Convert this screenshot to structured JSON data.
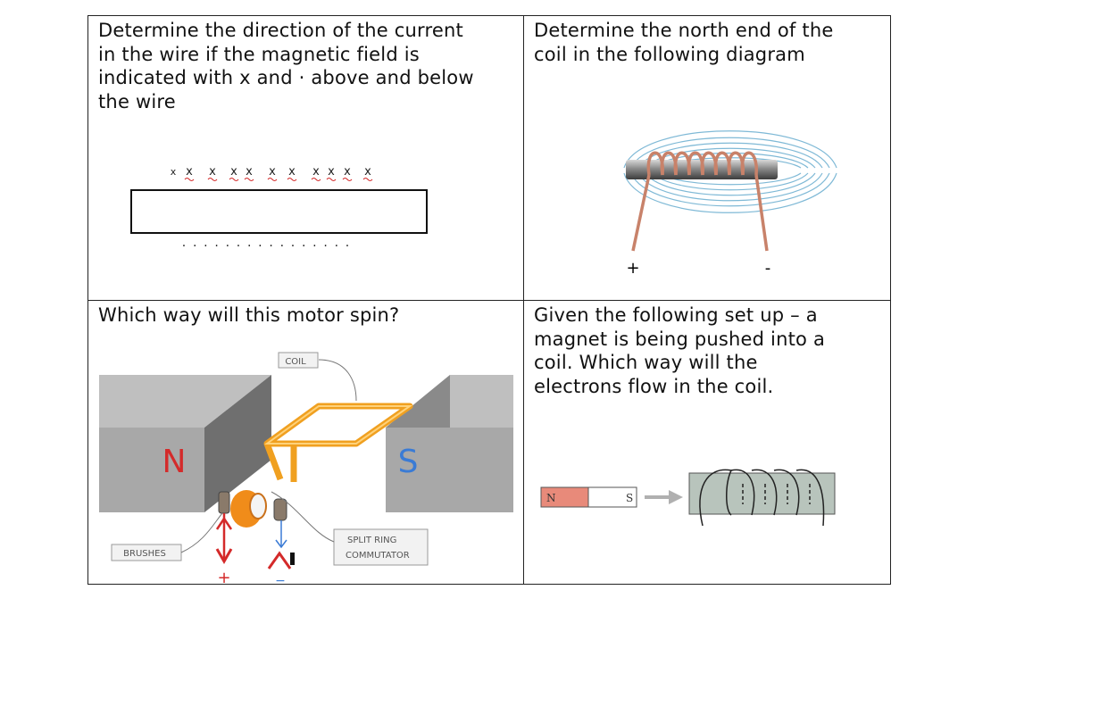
{
  "q1": {
    "text": "Determine the direction of the current\nin the wire if the magnetic field is\nindicated with x and · above and below\nthe wire",
    "field_into": "x",
    "field_out": "·"
  },
  "q2": {
    "text": "Determine the north end of the\ncoil in the following diagram",
    "plus_label": "+",
    "minus_label": "-"
  },
  "q3": {
    "text": "Which way will this motor spin?",
    "coil_label": "COIL",
    "north_label": "N",
    "south_label": "S",
    "brushes_label": "BRUSHES",
    "commutator_line1": "SPLIT   RING",
    "commutator_line2": "COMMUTATOR",
    "plus_label": "+",
    "minus_label": "−"
  },
  "q4": {
    "text": "Given the following set up – a\nmagnet is being pushed into a\ncoil.  Which way will the\nelectrons flow in the coil.",
    "magnet_n": "N",
    "magnet_s": "S"
  },
  "colors": {
    "border": "#222222",
    "coil_orange": "#f0a020",
    "north_red": "#d42a2a",
    "south_blue": "#3a7bd5",
    "field_line_blue": "#7fb9d6",
    "copper": "#c8826a",
    "coil_box_gray": "#b8c4bc",
    "magnet_red": "#e88a7a"
  }
}
